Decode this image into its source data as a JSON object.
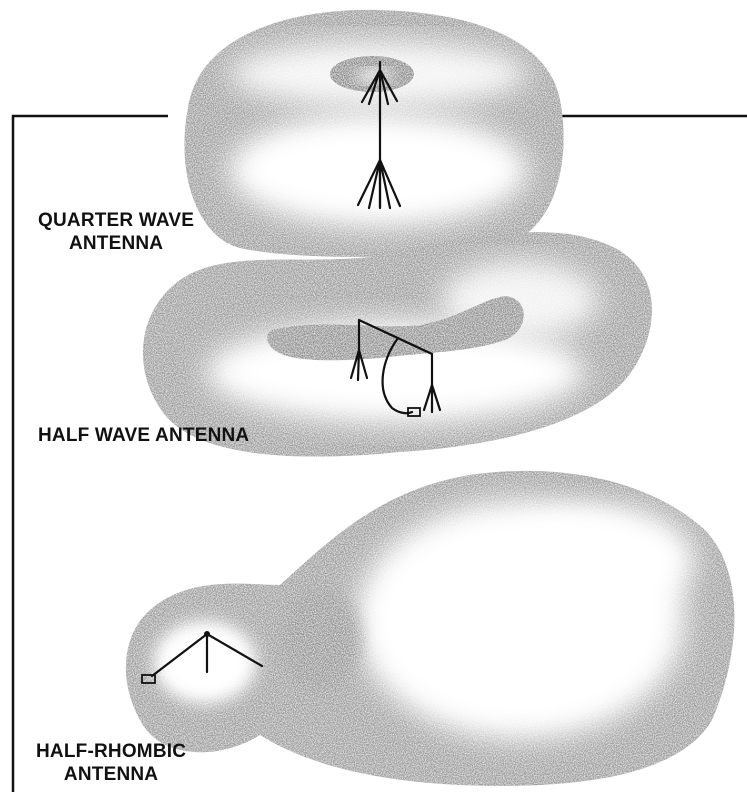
{
  "figure": {
    "patterns": [
      {
        "id": "quarter-wave",
        "label_lines": [
          "QUARTER WAVE",
          "ANTENNA"
        ]
      },
      {
        "id": "half-wave",
        "label_lines": [
          "HALF WAVE ANTENNA"
        ]
      },
      {
        "id": "half-rhombic",
        "label_lines": [
          "HALF-RHOMBIC",
          "ANTENNA"
        ]
      }
    ],
    "colors": {
      "pattern_shade": "#9a9a9a",
      "pattern_highlight": "#ffffff",
      "line": "#111111",
      "background": "#ffffff"
    }
  }
}
